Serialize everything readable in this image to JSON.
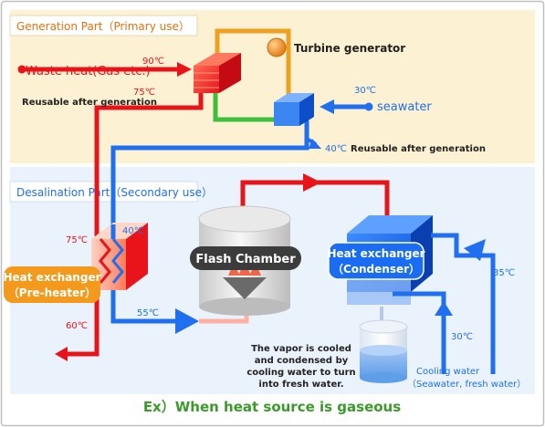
{
  "generation": {
    "title": "Generation Part（Primary use）",
    "turbine": "Turbine generator",
    "waste_heat": "Waste heat(Gas etc.)",
    "temp_in": "90℃",
    "temp_out": "75℃",
    "reusable_1": "Reusable after generation",
    "sea_temp": "30℃",
    "seawater": "seawater",
    "out_temp": "40℃",
    "reusable_2": "Reusable after generation"
  },
  "desalination": {
    "title": "Desalination Part（Secondary use）",
    "temp_75": "75℃",
    "temp_40": "40℃",
    "preheater_line1": "Heat exchanger",
    "preheater_line2": "（Pre-heater）",
    "temp_60": "60℃",
    "temp_55": "55℃",
    "flash": "Flash Chamber",
    "condenser_line1": "Heat exchanger",
    "condenser_line2": "（Condenser）",
    "temp_35": "35℃",
    "temp_30": "30℃",
    "vapor_1": "The vapor is cooled",
    "vapor_2": "and condensed by",
    "vapor_3": "cooling water to turn",
    "vapor_4": "into fresh water.",
    "cooling_1": "Cooling water",
    "cooling_2": "（Seawater, fresh water）"
  },
  "caption": "Ex）When heat source is gaseous",
  "colors": {
    "hot": "#e8141a",
    "cold": "#1f6ff0",
    "orange": "#f0a020",
    "green": "#3cc03c",
    "gen_bg": "#fcf1d2",
    "des_bg": "#eaf3fc",
    "caption": "#3a9a2a"
  }
}
